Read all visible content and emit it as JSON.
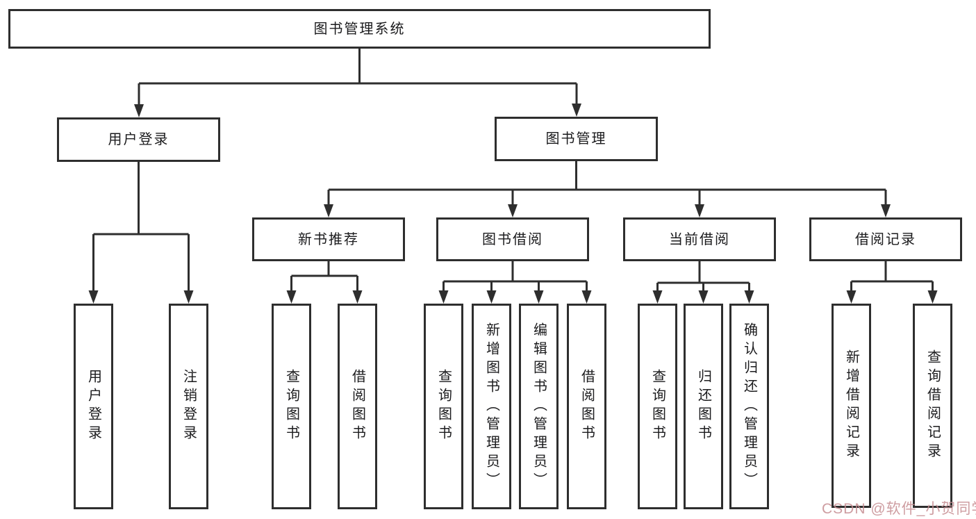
{
  "colors": {
    "line": "#2e2e2e",
    "box_border": "#2e2e2e",
    "text": "#1b1b1d",
    "background": "#ffffff",
    "watermark": "#c68c90"
  },
  "watermark": {
    "text": "CSDN @软件_小贺同学"
  },
  "tree": {
    "root": {
      "label": "图书管理系统"
    },
    "branches": [
      {
        "label": "用户登录",
        "children": [
          {
            "label": "用户登录"
          },
          {
            "label": "注销登录"
          }
        ]
      },
      {
        "label": "图书管理",
        "children": [
          {
            "label": "新书推荐",
            "children": [
              {
                "label": "查询图书"
              },
              {
                "label": "借阅图书"
              }
            ]
          },
          {
            "label": "图书借阅",
            "children": [
              {
                "label": "查询图书"
              },
              {
                "label": "新增图书（管理员）"
              },
              {
                "label": "编辑图书（管理员）"
              },
              {
                "label": "借阅图书"
              }
            ]
          },
          {
            "label": "当前借阅",
            "children": [
              {
                "label": "查询图书"
              },
              {
                "label": "归还图书"
              },
              {
                "label": "确认归还（管理员）"
              }
            ]
          },
          {
            "label": "借阅记录",
            "children": [
              {
                "label": "新增借阅记录"
              },
              {
                "label": "查询借阅记录"
              }
            ]
          }
        ]
      }
    ]
  }
}
